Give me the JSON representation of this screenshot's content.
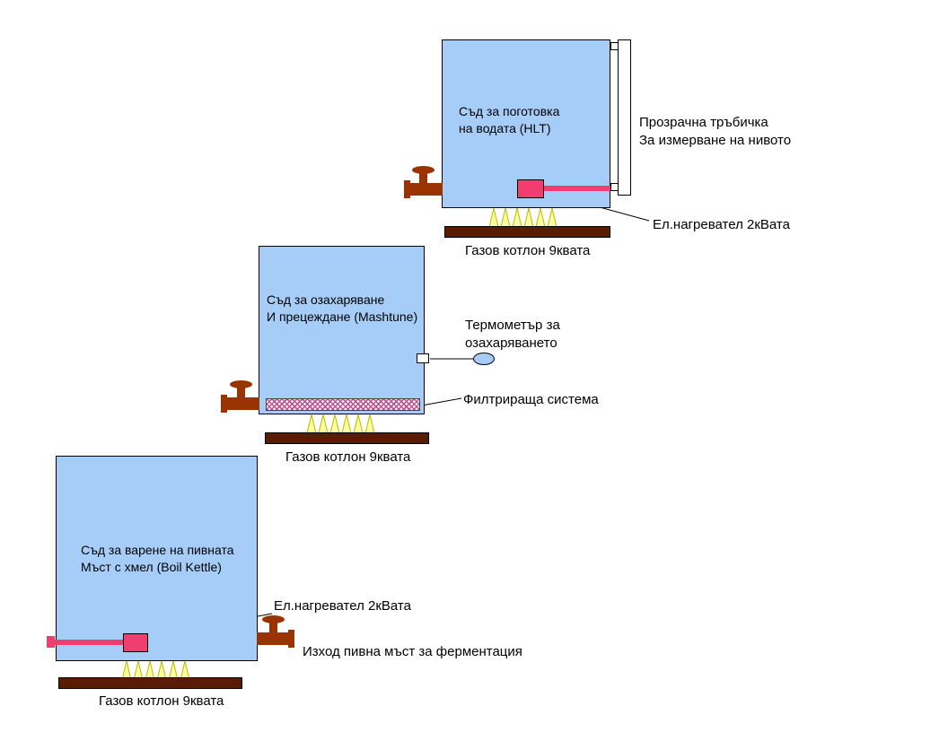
{
  "colors": {
    "vessel": "#a6cdf8",
    "valve": "#993300",
    "heater": "#f03e70",
    "flame": "#ffffa0",
    "flame_stroke": "#b8b800",
    "burner": "#5a1c00",
    "filter_hatch": "#c05090",
    "thermometer_bulb": "#a6cdf8"
  },
  "hlt": {
    "label": "Съд за поготовка\nна водата (HLT)",
    "sight_tube_label": "Прозрачна тръбичка\nЗа измерване на нивото",
    "heater_label": "Ел.нагревател 2кВата",
    "burner_label": "Газов котлон 9квата"
  },
  "mashtun": {
    "label": "Съд за озахаряване\nИ прецеждане (Mashtune)",
    "thermometer_label": "Термометър за\nозахаряването",
    "filter_label": "Филтрираща система",
    "burner_label": "Газов котлон 9квата"
  },
  "kettle": {
    "label": "Съд за варене на пивната\nМъст с хмел (Boil Kettle)",
    "heater_label": "Ел.нагревател 2кВата",
    "outlet_label": "Изход пивна мъст за ферментация",
    "burner_label": "Газов котлон 9квата"
  }
}
